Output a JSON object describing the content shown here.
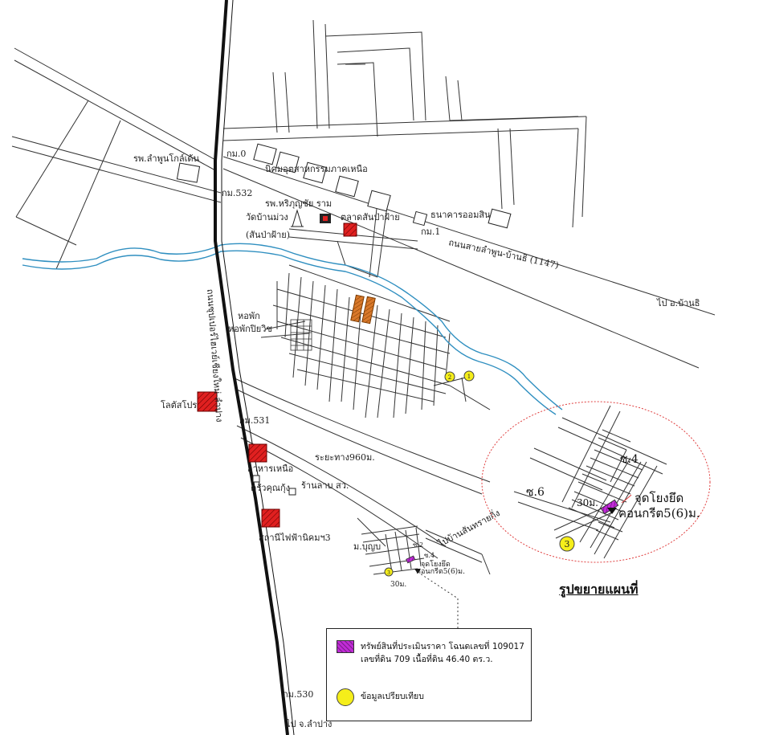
{
  "map": {
    "labels": {
      "hospital_lamphun": "รพ.ลำพูนโกล์เด้น",
      "km0": "กม.0",
      "industrial_estate": "นิคมอุตสาหกรรมภาคเหนือ",
      "km532": "กม.532",
      "wat_ban_muang": "วัดบ้านม่วง",
      "ban_pa_fai": "(สันป่าฝ้าย)",
      "hospital_harit": "รพ.หริภุญชัย ราม",
      "market": "ตลาดสันป่าฝ้าย",
      "savings_bank": "ธนาคารออมสิน",
      "km1": "กม.1",
      "road_1147": "ถนนสายลำพูน-บ้านธิ (1147)",
      "to_ban_thi": "ไป อ.บ้านธิ",
      "dorm_a": "หอพักปิยวิช",
      "dorm_b": "หอพัก",
      "highway": "ถนนซุปเปอร์ไฮเวย์เชียงใหม่-ลำปาง",
      "lotus": "โลตัสโปร",
      "km531": "กม.531",
      "distance": "ระยะทาง960ม.",
      "northern_food": "อาหารเหนือ",
      "kua_shrimp": "ครัวคุณกุ้ง",
      "larb_shop": "ร้านลาบ สว.",
      "power_station": "สถานีไฟฟ้านิคมฯ3",
      "ban_bun": "ม.บุญบ",
      "to_ban_sithi": "ไปบ้านสันทรายกิ่ง",
      "main_soi_2": "ซ.2",
      "main_soi_4": "ซ.4",
      "main_point": "จุดโยงยึด",
      "main_concrete": "คอนกรีต5(6)ม.",
      "main_30m": "30ม.",
      "km530": "กม.530",
      "to_lampang": "ไป จ.ลำปาง"
    },
    "markers": {
      "comp_1": "1",
      "comp_2": "2",
      "comp_3": "3"
    },
    "inset": {
      "soi_4": "ซ.4",
      "soi_6": "ซ.6",
      "dist_30m": "30ม.",
      "anchor_point": "จุดโยงยึด",
      "concrete": "คอนกรีต5(6)ม.",
      "title": "รูปขยายแผนที่"
    }
  },
  "legend": {
    "subject_line1": "ทรัพย์สินที่ประเมินราคา โฉนดเลขที่ 109017",
    "subject_line2": "เลขที่ดิน 709 เนื้อที่ดิน 46.40 ตร.ว.",
    "comparable": "ข้อมูลเปรียบเทียบ"
  },
  "colors": {
    "river": "#2f8fc0",
    "subject": "#c02bd6",
    "landmark_red": "#e02020",
    "building_orange": "#d8782a",
    "comparable_yellow": "#f5ee1a",
    "inset_circle": "#e04040"
  }
}
